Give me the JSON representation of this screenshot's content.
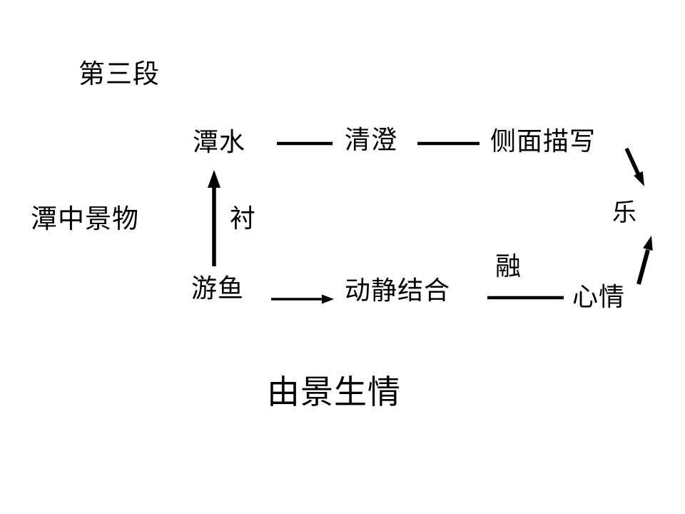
{
  "slide": {
    "title": "第三段",
    "left_label": "潭中景物",
    "footer": "由景生情"
  },
  "nodes": {
    "pond_water": "潭水",
    "clear": "清澄",
    "side_description": "侧面描写",
    "swimming_fish": "游鱼",
    "motion_stillness": "动静结合",
    "mood": "心情",
    "joy": "乐"
  },
  "edge_labels": {
    "set_off": "衬",
    "merge": "融"
  },
  "edges": [
    {
      "from": "潭水",
      "to": "清澄",
      "type": "line"
    },
    {
      "from": "清澄",
      "to": "侧面描写",
      "type": "line"
    },
    {
      "from": "游鱼",
      "to": "潭水",
      "type": "arrow-up",
      "label": "衬"
    },
    {
      "from": "游鱼",
      "to": "动静结合",
      "type": "arrow-right"
    },
    {
      "from": "动静结合",
      "to": "心情",
      "type": "line",
      "label": "融"
    },
    {
      "from": "侧面描写",
      "to": "乐",
      "type": "arrow-down-right"
    },
    {
      "from": "心情",
      "to": "乐",
      "type": "arrow-up-right"
    }
  ],
  "colors": {
    "background": "#ffffff",
    "ink": "#000000"
  }
}
